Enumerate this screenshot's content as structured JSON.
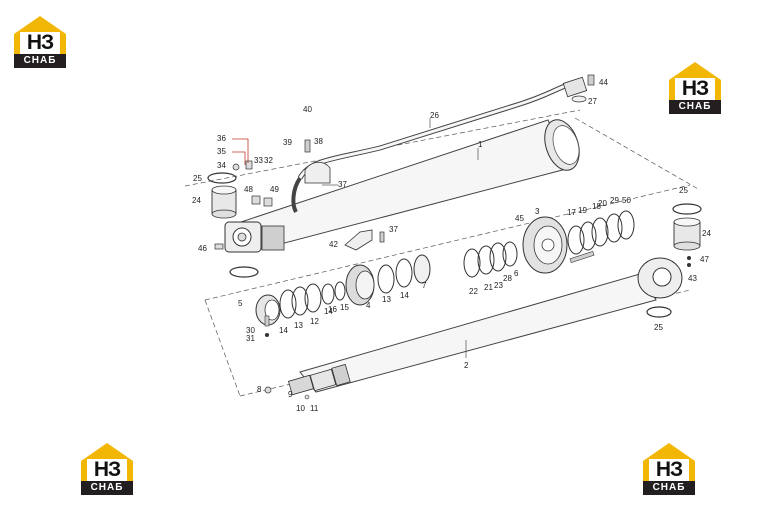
{
  "brand": {
    "mark": "НЗ",
    "word": "СНАБ",
    "gold": "#F2B705",
    "dark": "#231F20"
  },
  "callouts": [
    "1",
    "2",
    "3",
    "4",
    "5",
    "6",
    "7",
    "8",
    "9",
    "10",
    "11",
    "12",
    "13",
    "13",
    "14",
    "14",
    "14",
    "15",
    "16",
    "17",
    "18",
    "19",
    "20",
    "21",
    "22",
    "23",
    "24",
    "24",
    "25",
    "25",
    "25",
    "26",
    "27",
    "28",
    "29",
    "30",
    "31",
    "32",
    "33",
    "34",
    "35",
    "36",
    "37",
    "37",
    "38",
    "39",
    "40",
    "42",
    "43",
    "44",
    "45",
    "46",
    "47",
    "48",
    "49",
    "50"
  ]
}
